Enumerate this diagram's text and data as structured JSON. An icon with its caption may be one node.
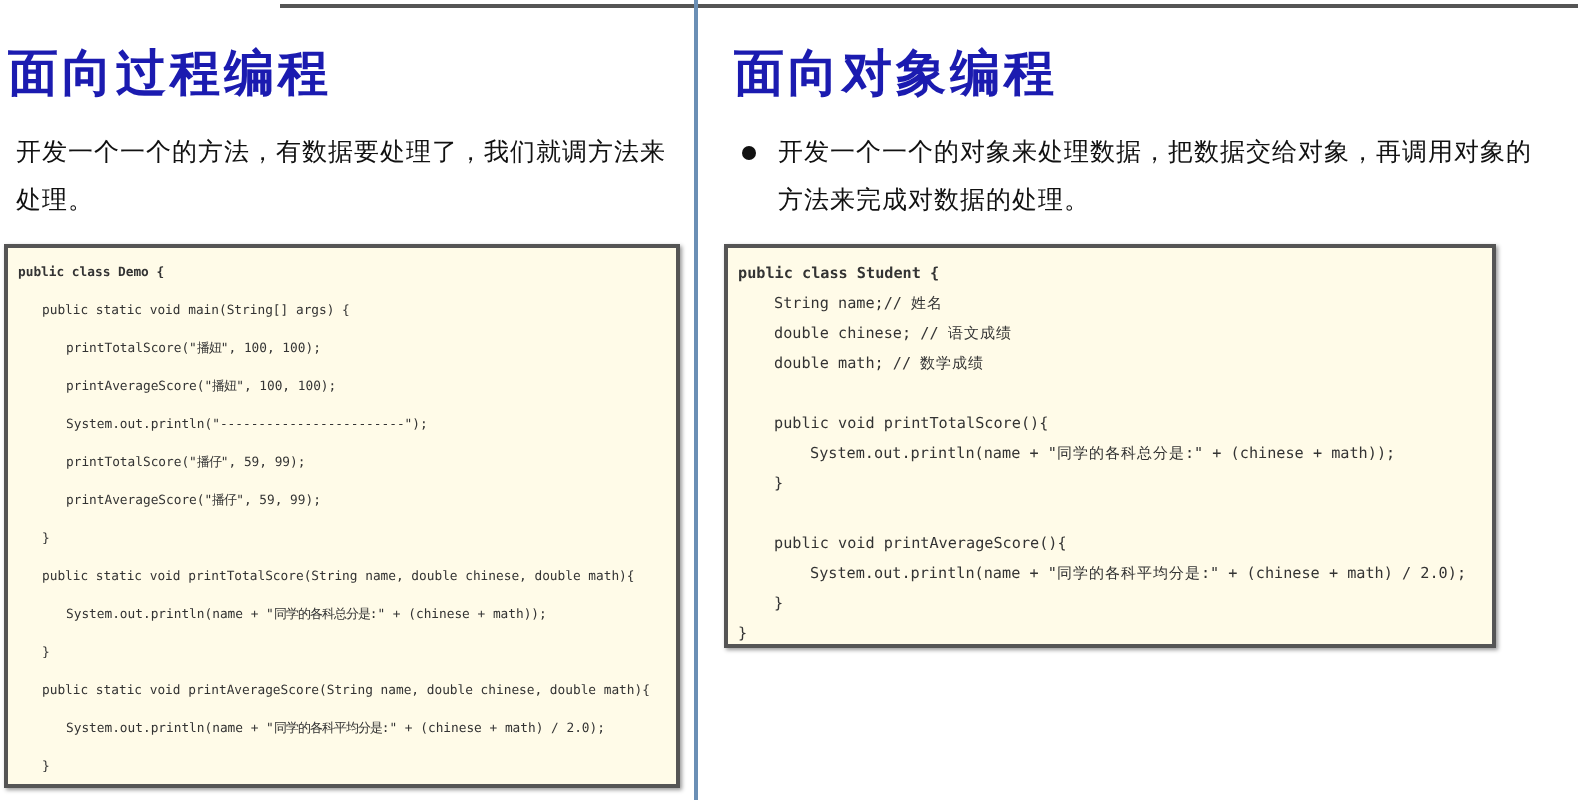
{
  "diagram": {
    "nodes": [
      {
        "text": [
          "面向过程编程",
          "开发一个一个的方法，有数据要处理了，我们就调方法来处理。"
        ]
      },
      {
        "text": [
          "public class Demo {",
          "public static void main(String[] args) {",
          "printTotalScore(\"播妞\", 100, 100);",
          "printAverageScore(\"播妞\", 100, 100);",
          "System.out.println(\"------------------------\");",
          "printTotalScore(\"播仔\", 59, 99);",
          "printAverageScore(\"播仔\", 59, 99);",
          "}",
          "public static void printTotalScore(String name, double chinese, double math){",
          "System.out.println(name + \"同学的各科总分是:\" + (chinese + math));",
          "}",
          "public static void printAverageScore(String name, double chinese, double math){",
          "System.out.println(name + \"同学的各科平均分是:\" + (chinese + math) / 2.0);",
          "}"
        ],
        "in": 0
      },
      {
        "text": [
          "面向对象编程",
          "开发一个一个的对象来处理数据，把数据交给对象，再调用对象的方法来完成对数据的处理。"
        ]
      },
      {
        "text": [
          "public class Student {",
          "String name;// 姓名",
          "double chinese; // 语文成绩",
          "double math; // 数学成绩",
          "public void printTotalScore(){",
          "System.out.println(name + \"同学的各科总分是:\" + (chinese + math));",
          "}",
          "public void printAverageScore(){",
          "System.out.println(name + \"同学的各科平均分是:\" + (chinese + math) / 2.0);",
          "}",
          "}"
        ],
        "in": 2
      }
    ]
  }
}
